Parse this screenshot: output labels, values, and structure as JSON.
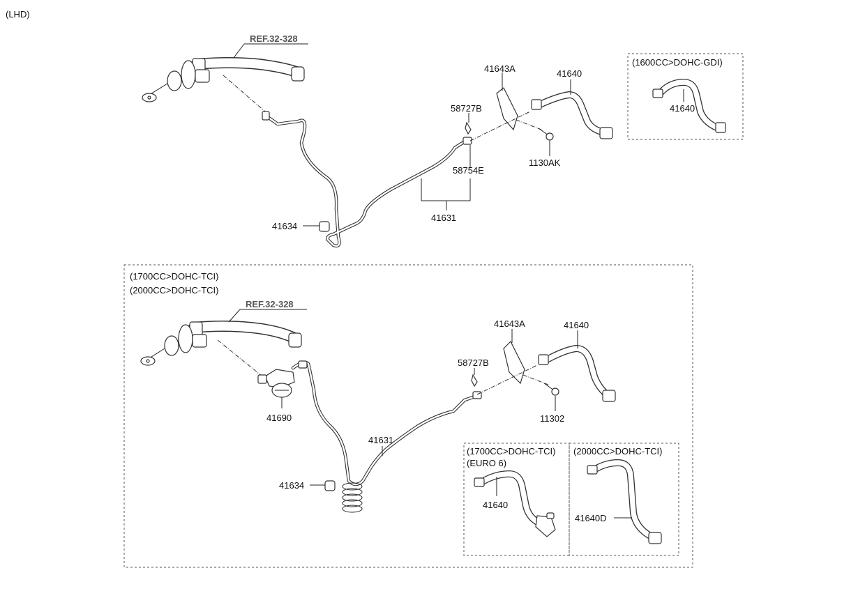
{
  "header": {
    "variant": "(LHD)"
  },
  "top_section": {
    "ref_label": "REF.32-328",
    "parts": {
      "bracket": "41643A",
      "hose": "41640",
      "clip_b": "58727B",
      "fitting": "58754E",
      "bolt": "1130AK",
      "pipe": "41631",
      "clamp": "41634"
    }
  },
  "inset_gdi": {
    "title": "(1600CC>DOHC-GDI)",
    "hose": "41640"
  },
  "tci_section": {
    "titles": [
      "(1700CC>DOHC-TCI)",
      "(2000CC>DOHC-TCI)"
    ],
    "ref_label": "REF.32-328",
    "parts": {
      "bracket": "41643A",
      "hose": "41640",
      "clip_b": "58727B",
      "bolt": "11302",
      "damper": "41690",
      "pipe": "41631",
      "clamp": "41634"
    }
  },
  "inset_euro6": {
    "title": "(1700CC>DOHC-TCI)",
    "subtitle": "(EURO 6)",
    "hose": "41640"
  },
  "inset_2000": {
    "title": "(2000CC>DOHC-TCI)",
    "hose": "41640D"
  }
}
